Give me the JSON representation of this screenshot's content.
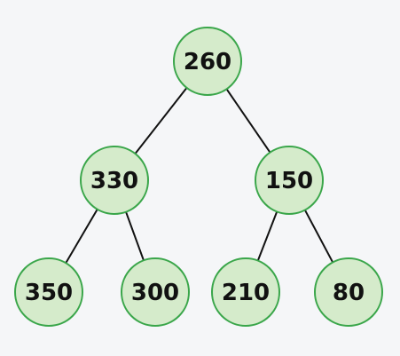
{
  "tree": {
    "nodes": [
      {
        "id": "n0",
        "value": "260"
      },
      {
        "id": "n1",
        "value": "330"
      },
      {
        "id": "n2",
        "value": "150"
      },
      {
        "id": "n3",
        "value": "350"
      },
      {
        "id": "n4",
        "value": "300"
      },
      {
        "id": "n5",
        "value": "210"
      },
      {
        "id": "n6",
        "value": "80"
      }
    ],
    "edges": [
      {
        "from": "n0",
        "to": "n1"
      },
      {
        "from": "n0",
        "to": "n2"
      },
      {
        "from": "n1",
        "to": "n3"
      },
      {
        "from": "n1",
        "to": "n4"
      },
      {
        "from": "n2",
        "to": "n5"
      },
      {
        "from": "n2",
        "to": "n6"
      }
    ],
    "colors": {
      "node_fill": "#d5ebcb",
      "node_stroke": "#3aa64a",
      "edge": "#111111",
      "background": "#f5f6f8"
    }
  }
}
